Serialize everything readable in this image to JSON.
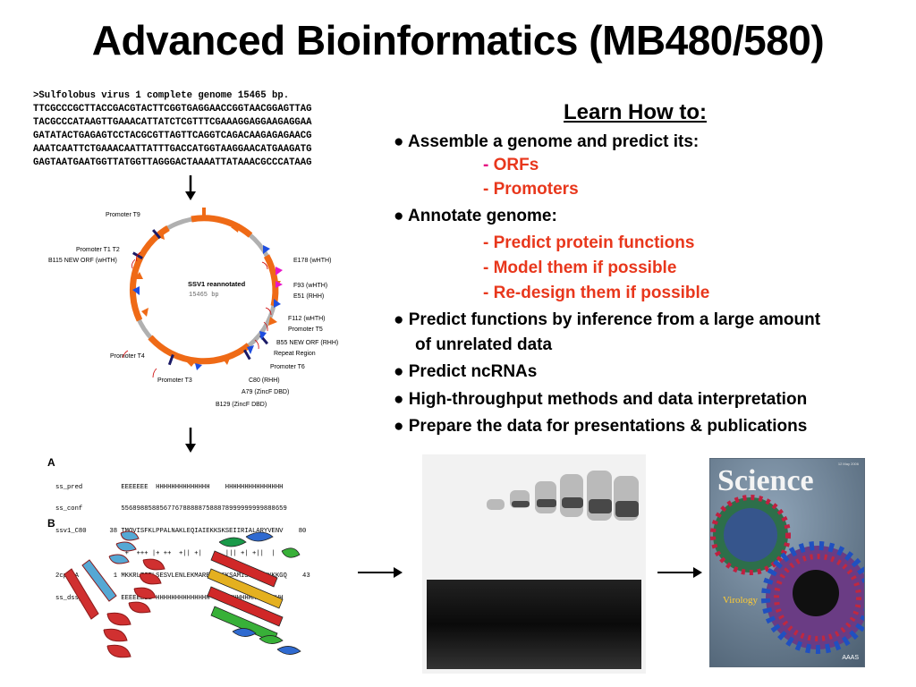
{
  "title": "Advanced Bioinformatics (MB480/580)",
  "genome": {
    "lines": [
      ">Sulfolobus virus 1 complete genome 15465 bp.",
      "TTCGCCCGCTTACCGACGTACTTCGGTGAGGAACCGGTAACGGAGTTAG",
      "TACGCCCATAAGTTGAAACATTATCTCGTTTCGAAAGGAGGAAGAGGAA",
      "GATATACTGAGAGTCCTACGCGTTAGTTCAGGTCAGACAAGAGAGAACG",
      "AAATCAATTCTGAAACAATTATTTGACCATGGTAAGGAACATGAAGATG",
      "GAGTAATGAATGGTTATGGTTAGGGACTAAAATTATAAACGCCCATAAG"
    ]
  },
  "plasmid": {
    "name": "SSV1 reannotated",
    "size": "15465 bp",
    "labels": [
      "Promoter T9",
      "Promoter T1 T2",
      "B115 NEW ORF (wHTH)",
      "E178 (wHTH)",
      "F93 (wHTH)",
      "E51 (RHH)",
      "F112 (wHTH)",
      "Promoter T5",
      "B55 NEW ORF (RHH)",
      "Repeat Region",
      "Promoter T6",
      "C80 (RHH)",
      "A79 (ZincF DBD)",
      "B129 (ZincF DBD)",
      "Promoter T3",
      "Promoter T4"
    ]
  },
  "learn": {
    "heading": "Learn How to:",
    "items": [
      "● Assemble a genome and predict its:",
      "- ",
      "ORFs",
      "- Promoters",
      "●  Annotate genome:",
      "- Predict protein functions",
      "- Model them if possible",
      "- Re-design them if possible",
      "● Predict functions by inference from a large amount",
      "of unrelated data",
      "● Predict ncRNAs",
      "● High-throughput methods and data interpretation",
      "● Prepare the data for presentations & publications"
    ]
  },
  "structure": {
    "panel_a": "A",
    "panel_b": "B",
    "alignment": [
      "ss_pred          EEEEEEE  HHHHHHHHHHHHHH    HHHHHHHHHHHHHHH",
      "ss_conf          5568988588567767888887588878999999999888659",
      "ssv1_C80      38 TMQVISFKLPPALNAKLEQIAIEKKSKSEIIRIALARYVENV    80",
      "                  +  +++ |+ ++  +|| +|      ||| +| +||  |",
      "2cpg_A         1 MKKRLTITLSESVLENLEKMAREMGLSKSAMISVALENYKKGQ    43",
      "ss_dssp          EEEEEEEE HHHHHHHHHHHHHH    HHHHHHHHHHHHHHH"
    ]
  },
  "cover": {
    "title": "Science",
    "subtitle": "Virology",
    "publisher": "AAAS",
    "date": "12 May 2006"
  }
}
